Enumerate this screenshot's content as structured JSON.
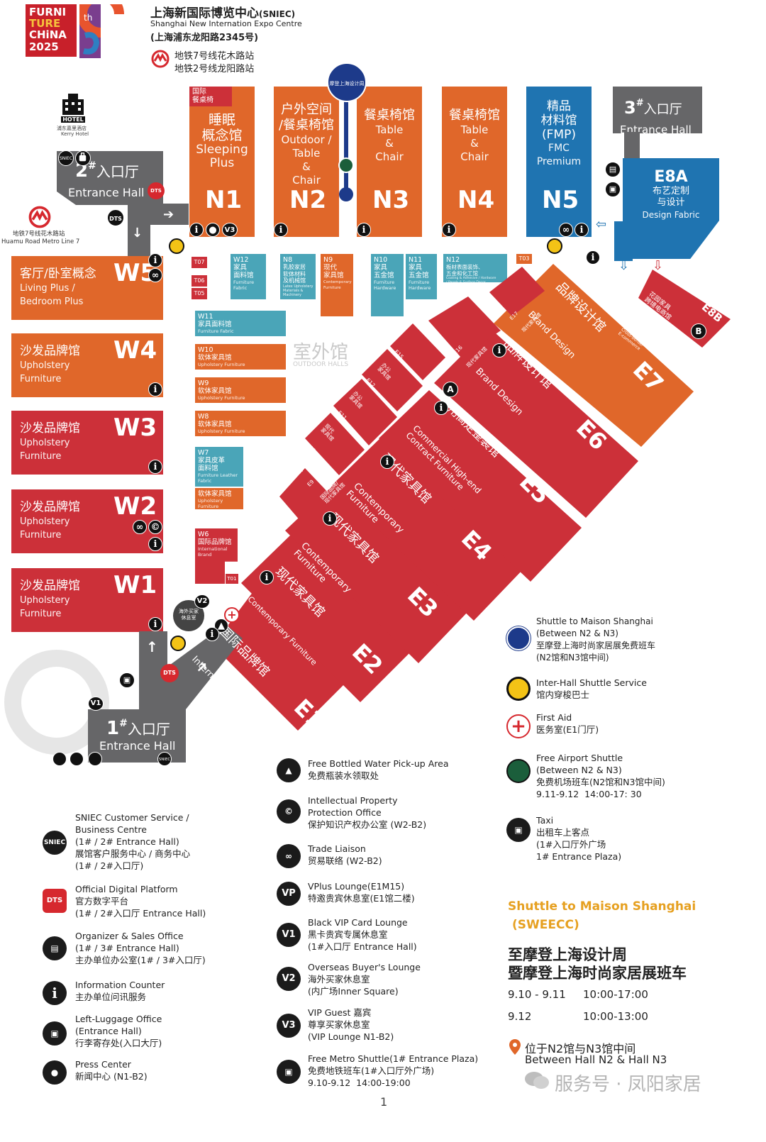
{
  "header": {
    "logo_line1": "FURNI",
    "logo_line2": "TURE",
    "logo_line3": "CHiNA",
    "logo_year": "2025",
    "logo_th": "th",
    "title_cn": "上海新国际博览中心",
    "title_abbr": "(SNIEC)",
    "title_en": "Shanghai New Internation Expo Centre",
    "address": "(上海浦东龙阳路2345号)",
    "metro_line7": "地铁7号线花木路站",
    "metro_line2": "地铁2号线龙阳路站"
  },
  "hotel": {
    "label": "HOTEL",
    "cn": "浦东嘉里酒店",
    "en": "Kerry Hotel"
  },
  "metro_left": {
    "cn": "地铁7号线花木路站",
    "en": "Huamu Road Metro Line 7"
  },
  "maison_badge": "摩登上海设计周",
  "entrance2": {
    "num": "2",
    "cn": "入口厅",
    "en": "Entrance Hall",
    "badge": "SNIEC"
  },
  "entrance3": {
    "num": "3",
    "cn": "入口厅",
    "en": "Entrance Hall"
  },
  "entrance1": {
    "num": "1",
    "cn": "入口厅",
    "en": "Entrance Hall",
    "badge": "SNIEC"
  },
  "north_halls": [
    {
      "tag": "国际\n餐桌椅",
      "cn": "睡眠\n概念馆",
      "en": "Sleeping\nPlus",
      "code": "N1"
    },
    {
      "tag": "",
      "cn": "户外空间\n/餐桌椅馆",
      "en": "Outdoor /\nTable\n&\nChair",
      "code": "N2"
    },
    {
      "tag": "",
      "cn": "餐桌椅馆",
      "en": "Table\n&\nChair",
      "code": "N3"
    },
    {
      "tag": "",
      "cn": "餐桌椅馆",
      "en": "Table\n&\nChair",
      "code": "N4"
    },
    {
      "tag": "",
      "cn": "精品\n材料馆\n(FMP)",
      "en": "FMC\nPremium",
      "code": "N5"
    }
  ],
  "e8a": {
    "code": "E8A",
    "cn": "布艺定制\n与设计",
    "en": "Design Fabric"
  },
  "e8b": {
    "code": "E8B",
    "cn": "花园家具\n跨境电商馆",
    "en": "Garden Furniture\nCross-border\nE-commerce"
  },
  "west_halls": [
    {
      "cn": "客厅/卧室概念",
      "en": "Living Plus /\nBedroom Plus",
      "code": "W5"
    },
    {
      "cn": "沙发品牌馆",
      "en": "Upholstery\nFurniture",
      "code": "W4"
    },
    {
      "cn": "沙发品牌馆",
      "en": "Upholstery\nFurniture",
      "code": "W3"
    },
    {
      "cn": "沙发品牌馆",
      "en": "Upholstery\nFurniture",
      "code": "W2"
    },
    {
      "cn": "沙发品牌馆",
      "en": "Upholstery\nFurniture",
      "code": "W1"
    }
  ],
  "small_halls": [
    {
      "code": "W12",
      "cn": "家具\n面料馆",
      "en": "Furniture\nFabric"
    },
    {
      "code": "N8",
      "cn": "乳胶家居\n软体材料\n及机械馆",
      "en": "Latex Upholstery\nMaterials &\nMachinery"
    },
    {
      "code": "N9",
      "cn": "现代\n家具馆",
      "en": "Contemporary\nFurniture"
    },
    {
      "code": "N10",
      "cn": "家具\n五金馆",
      "en": "Furniture\nHardware"
    },
    {
      "code": "N11",
      "cn": "家具\n五金馆",
      "en": "Furniture\nHardware"
    },
    {
      "code": "N12",
      "cn": "板材表面装饰、\n五金和化工馆",
      "en": "Coating & Adhesive / Hardware\n/ Panels & Surface Decor"
    },
    {
      "code": "W11",
      "cn": "家具面料馆",
      "en": "Furniture Fabric"
    },
    {
      "code": "W10",
      "cn": "软体家具馆",
      "en": "Upholstery Furniture"
    },
    {
      "code": "W9",
      "cn": "软体家具馆",
      "en": "Upholstery Furniture"
    },
    {
      "code": "W8",
      "cn": "软体家具馆",
      "en": "Upholstery Furniture"
    },
    {
      "code": "W7",
      "cn": "家具皮革\n面料馆",
      "en": "Furniture Leather\nFabric"
    },
    {
      "code": "",
      "cn": "软体家具馆",
      "en": "Upholstery Furniture"
    },
    {
      "code": "W6",
      "cn": "国际品牌馆",
      "en": "International\nBrand"
    }
  ],
  "tags": [
    "T07",
    "T06",
    "T05",
    "T03",
    "T01"
  ],
  "outdoor": {
    "cn": "室外馆",
    "en": "OUTDOOR HALLS"
  },
  "east_halls": [
    {
      "code": "E1",
      "cn": "国际品牌馆",
      "en": "International Brand"
    },
    {
      "code": "E2",
      "cn": "现代家具馆",
      "en": "Contemporary Furniture"
    },
    {
      "code": "E3",
      "cn": "现代家具馆",
      "en": "Contemporary\nFurniture"
    },
    {
      "code": "E4",
      "cn": "现代家具馆",
      "en": "Contemporary\nFurniture"
    },
    {
      "code": "E5",
      "cn": "商用高定整装馆",
      "en": "Commercial High-end\nContract Furniture"
    },
    {
      "code": "E6",
      "cn": "品牌设计馆",
      "en": "Brand Design"
    },
    {
      "code": "E7",
      "cn": "品牌设计馆",
      "en": "Brand Design"
    }
  ],
  "mini_east": [
    {
      "code": "E9",
      "cn": "国际品牌/\n现代家具馆",
      "en": "International Brand /\nContemporary Furniture"
    },
    {
      "code": "E10",
      "cn": "现代\n家具馆",
      "en": "Contempo-\nrary\nFurniture"
    },
    {
      "code": "E11",
      "cn": "现代\n家具馆",
      "en": "Contempo-\nrary\nFurniture"
    },
    {
      "code": "E12",
      "cn": "办公\n家具馆",
      "en": "Office\nFurniture"
    },
    {
      "code": "E15",
      "cn": "办公\n家具馆",
      "en": "Office\nFurniture"
    },
    {
      "code": "E16",
      "cn": "现代家具馆",
      "en": "Contemporary\nFurniture"
    },
    {
      "code": "E17",
      "cn": "现代家具馆",
      "en": "Contemporary\nFurniture"
    }
  ],
  "markers": {
    "a": "A",
    "b": "B",
    "v1": "V1",
    "v2": "V2",
    "v3": "V3",
    "vip_lounge": "海外买家\n休息室",
    "dts": "DTS"
  },
  "legend_right": [
    {
      "icon": "maison-shuttle-icon",
      "text": "Shuttle to Maison Shanghai\n(Between N2 & N3)\n至摩登上海时尚家居展免费班车\n(N2馆和N3馆中间)"
    },
    {
      "icon": "bus-icon",
      "text": "Inter-Hall Shuttle Service\n馆内穿梭巴士"
    },
    {
      "icon": "first-aid-icon",
      "text": "First Aid\n医务室(E1门厅)"
    },
    {
      "icon": "airport-shuttle-icon",
      "text": "Free Airport Shuttle\n(Between N2 & N3)\n免费机场班车(N2馆和N3馆中间)\n9.11-9.12  14:00-17: 30"
    },
    {
      "icon": "taxi-icon",
      "text": "Taxi\n出租车上客点\n(1#入口厅外广场\n1# Entrance Plaza)"
    }
  ],
  "legend_mid": [
    {
      "icon": "water-bottle-icon",
      "label": "",
      "text": "Free Bottled Water Pick-up Area\n免费瓶装水领取处"
    },
    {
      "icon": "ip-office-icon",
      "label": "",
      "text": "Intellectual Property\nProtection Office\n保护知识产权办公室 (W2-B2)"
    },
    {
      "icon": "handshake-icon",
      "label": "",
      "text": "Trade Liaison\n贸易联络 (W2-B2)"
    },
    {
      "icon": "vplus-icon",
      "label": "VP",
      "text": "VPlus Lounge(E1M15)\n特邀贵宾休息室(E1馆二楼)"
    },
    {
      "icon": "v1-icon",
      "label": "V1",
      "text": "Black VIP Card Lounge\n黑卡贵宾专属休息室\n(1#入口厅 Entrance Hall)"
    },
    {
      "icon": "v2-icon",
      "label": "V2",
      "text": "Overseas Buyer's Lounge\n海外买家休息室\n(内广场Inner Square)"
    },
    {
      "icon": "v3-icon",
      "label": "V3",
      "text": "VIP Guest 嘉宾\n尊享买家休息室\n(VIP Lounge N1-B2)"
    },
    {
      "icon": "metro-shuttle-icon",
      "label": "",
      "text": "Free Metro Shuttle(1# Entrance Plaza)\n免费地铁班车(1#入口厅外广场)\n9.10-9.12  14:00-19:00"
    }
  ],
  "legend_left": [
    {
      "icon": "sniec-icon",
      "label": "SNIEC",
      "text": "SNIEC Customer Service /\nBusiness Centre\n(1# / 2# Entrance Hall)\n展馆客户服务中心 / 商务中心\n(1# / 2#入口厅)"
    },
    {
      "icon": "dts-icon",
      "label": "DTS",
      "text": "Official Digital Platform\n官方数字平台\n(1# / 2#入口厅 Entrance Hall)"
    },
    {
      "icon": "organizer-icon",
      "label": "",
      "text": "Organizer & Sales Office\n(1# / 3# Entrance Hall)\n主办单位办公室(1# / 3#入口厅)"
    },
    {
      "icon": "info-icon",
      "label": "i",
      "text": "Information Counter\n主办单位问讯服务"
    },
    {
      "icon": "luggage-icon",
      "label": "",
      "text": "Left-Luggage Office\n(Entrance Hall)\n行李寄存处(入口大厅)"
    },
    {
      "icon": "press-icon",
      "label": "",
      "text": "Press Center\n新闻中心 (N1-B2)"
    }
  ],
  "shuttle_box": {
    "title_en": "Shuttle to Maison Shanghai",
    "title_abbr": "(SWEECC)",
    "title_cn1": "至摩登上海设计周",
    "title_cn2": "暨摩登上海时尚家居展班车",
    "row1_date": "9.10 - 9.11",
    "row1_time": "10:00-17:00",
    "row2_date": "9.12",
    "row2_time": "10:00-13:00",
    "loc_cn": "位于N2馆与N3馆中间",
    "loc_en": "Between Hall N2 & Hall N3"
  },
  "watermark": "服务号 · 凤阳家居",
  "page_number": "1",
  "colors": {
    "orange": "#e0672a",
    "red": "#cc3039",
    "teal": "#4aa5b8",
    "blue": "#1f74b1",
    "grey": "#666668",
    "gold": "#e6a020"
  }
}
